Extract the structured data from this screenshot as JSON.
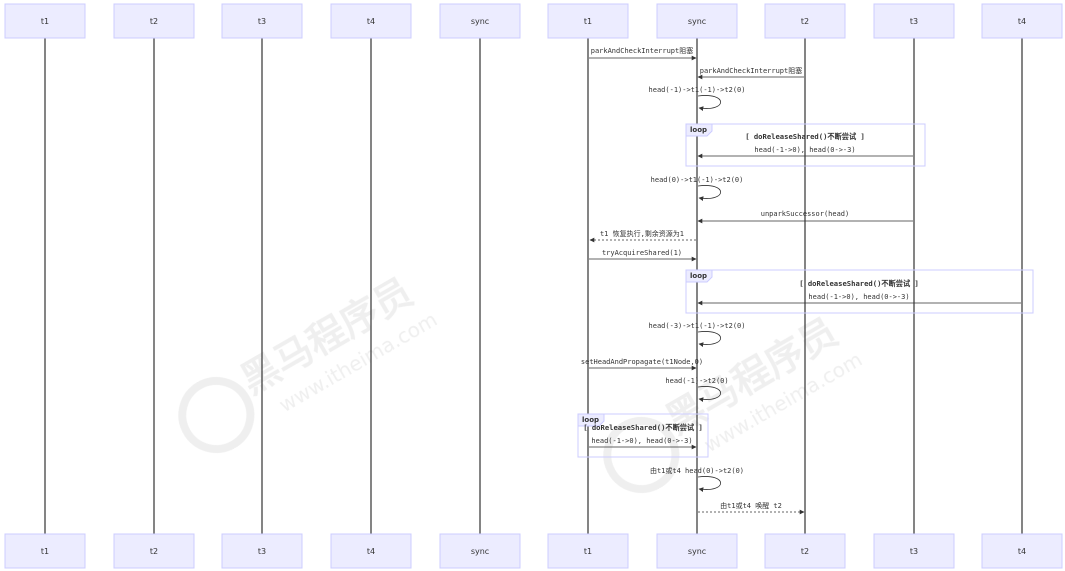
{
  "actors": [
    "t1",
    "t2",
    "t3",
    "t4",
    "sync",
    "t1",
    "sync",
    "t2",
    "t3",
    "t4"
  ],
  "watermark": {
    "cn": "黑马程序员",
    "url": "www.itheima.com"
  },
  "messages": [
    {
      "label": "parkAndCheckInterrupt阻塞",
      "from": 5,
      "to": 6,
      "style": "solid"
    },
    {
      "label": "parkAndCheckInterrupt阻塞",
      "from": 7,
      "to": 6,
      "style": "solid"
    },
    {
      "label": "head(-1)->t1(-1)->t2(0)",
      "from": 6,
      "to": 6,
      "style": "self"
    },
    {
      "label": "head(-1->0), head(0->-3)",
      "from": 8,
      "to": 6,
      "style": "solid"
    },
    {
      "label": "head(0)->t1(-1)->t2(0)",
      "from": 6,
      "to": 6,
      "style": "self"
    },
    {
      "label": "unparkSuccessor(head)",
      "from": 8,
      "to": 6,
      "style": "solid"
    },
    {
      "label": "t1 恢复执行,剩余资源为1",
      "from": 6,
      "to": 5,
      "style": "dashed"
    },
    {
      "label": "tryAcquireShared(1)",
      "from": 5,
      "to": 6,
      "style": "solid"
    },
    {
      "label": "head(-1->0), head(0->-3)",
      "from": 9,
      "to": 6,
      "style": "solid"
    },
    {
      "label": "head(-3)->t1(-1)->t2(0)",
      "from": 6,
      "to": 6,
      "style": "self"
    },
    {
      "label": "setHeadAndPropagate(t1Node,0)",
      "from": 5,
      "to": 6,
      "style": "solid"
    },
    {
      "label": "head(-1)->t2(0)",
      "from": 6,
      "to": 6,
      "style": "self"
    },
    {
      "label": "head(-1->0), head(0->-3)",
      "from": 5,
      "to": 6,
      "style": "solid"
    },
    {
      "label": "由t1或t4 head(0)->t2(0)",
      "from": 6,
      "to": 6,
      "style": "self"
    },
    {
      "label": "由t1或t4 唤醒 t2",
      "from": 6,
      "to": 7,
      "style": "dashed"
    }
  ],
  "loops": [
    {
      "label": "loop",
      "condition": "[ doReleaseShared()不断尝试 ]"
    },
    {
      "label": "loop",
      "condition": "[ doReleaseShared()不断尝试 ]"
    },
    {
      "label": "loop",
      "condition": "[ doReleaseShared()不断尝试 ]"
    }
  ]
}
